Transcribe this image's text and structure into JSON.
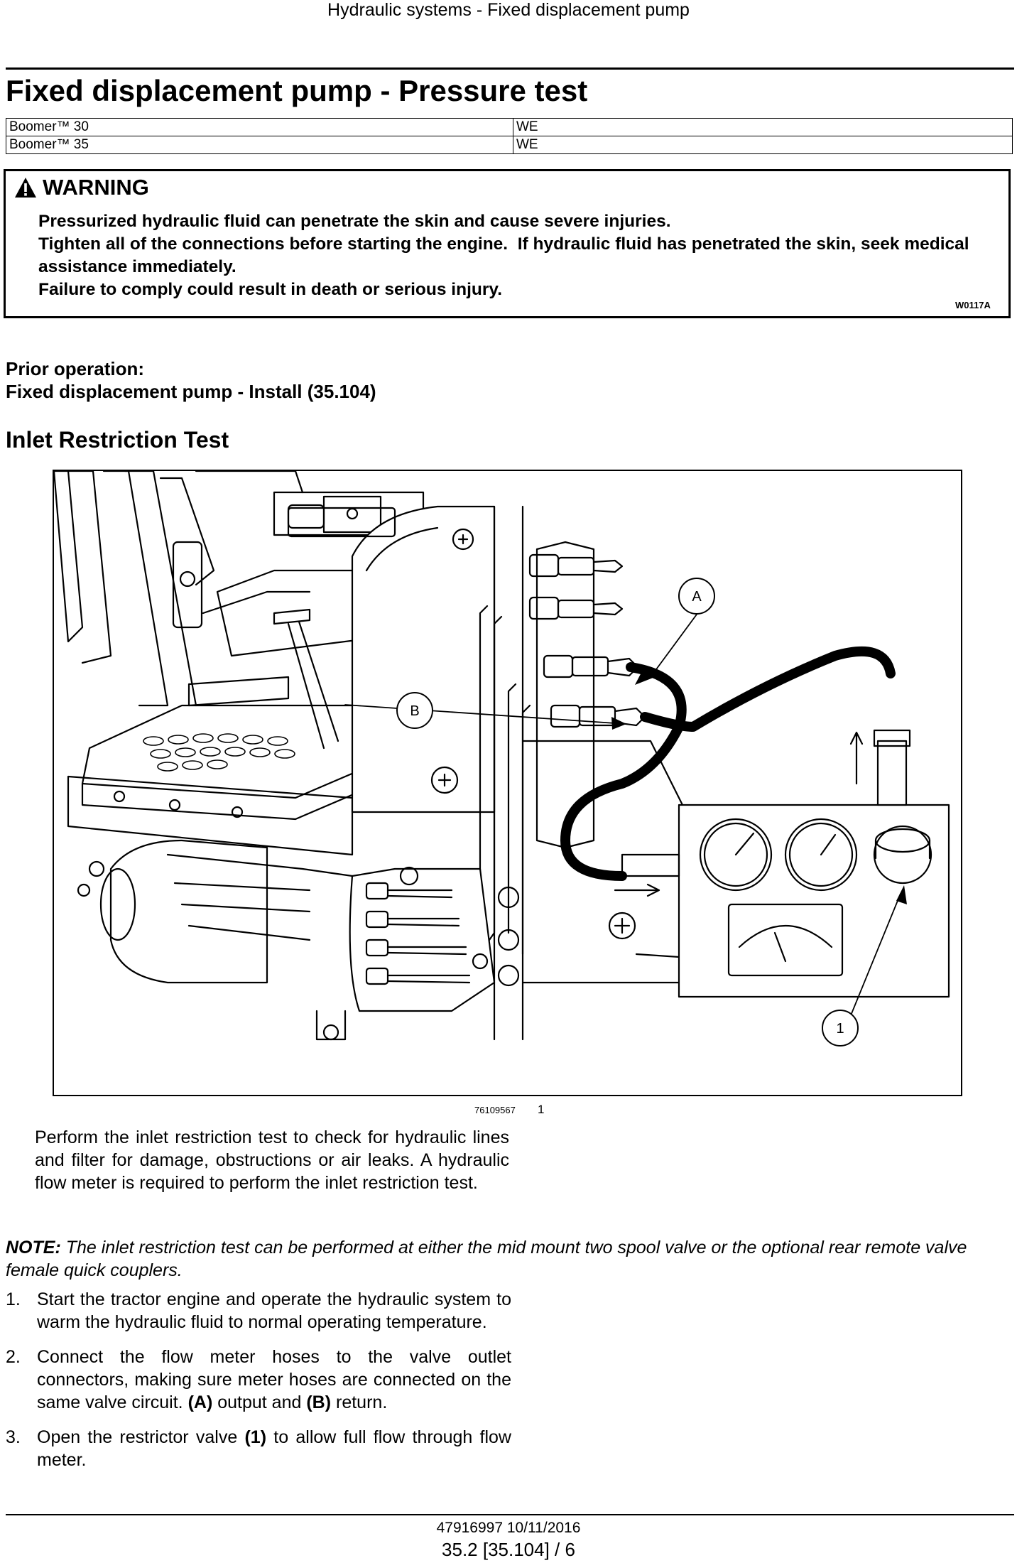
{
  "header": {
    "running_title": "Hydraulic systems - Fixed displacement pump"
  },
  "title": "Fixed displacement pump - Pressure test",
  "models": [
    {
      "model": "Boomer™ 30",
      "code": "WE"
    },
    {
      "model": "Boomer™ 35",
      "code": "WE"
    }
  ],
  "warning": {
    "label": "WARNING",
    "lines": [
      "Pressurized hydraulic fluid can penetrate the skin and cause severe injuries.",
      "Tighten all of the connections before starting the engine.  If hydraulic fluid has penetrated the skin, seek medical assistance immediately.",
      "Failure to comply could result in death or serious injury."
    ],
    "code": "W0117A"
  },
  "prior_operation": {
    "label": "Prior operation:",
    "link": "Fixed displacement pump - Install (35.104)"
  },
  "section_title": "Inlet Restriction Test",
  "figure": {
    "callouts": [
      "A",
      "B",
      "1"
    ],
    "code": "76109567",
    "number": "1"
  },
  "intro": "Perform the inlet restriction test to check for hydraulic lines and filter for damage, obstructions or air leaks. A hydraulic flow meter is required to perform the inlet restriction test.",
  "note": {
    "label": "NOTE:",
    "text": " The inlet restriction test can be performed at either the mid mount two spool valve or the optional rear remote valve female quick couplers."
  },
  "steps": [
    {
      "num": "1.",
      "parts": [
        {
          "t": "Start the tractor engine and operate the hydraulic system to warm the hydraulic fluid to normal operating temperature."
        }
      ]
    },
    {
      "num": "2.",
      "parts": [
        {
          "t": "Connect the flow meter hoses to the valve outlet connectors, making sure meter hoses are connected on the same valve circuit. "
        },
        {
          "t": "(A)",
          "b": true
        },
        {
          "t": " output and "
        },
        {
          "t": "(B)",
          "b": true
        },
        {
          "t": " return."
        }
      ]
    },
    {
      "num": "3.",
      "parts": [
        {
          "t": "Open the restrictor valve "
        },
        {
          "t": "(1)",
          "b": true
        },
        {
          "t": " to allow full flow through flow meter."
        }
      ]
    }
  ],
  "footer": {
    "doc_code": "47916997 10/11/2016",
    "page": "35.2 [35.104] / 6"
  }
}
